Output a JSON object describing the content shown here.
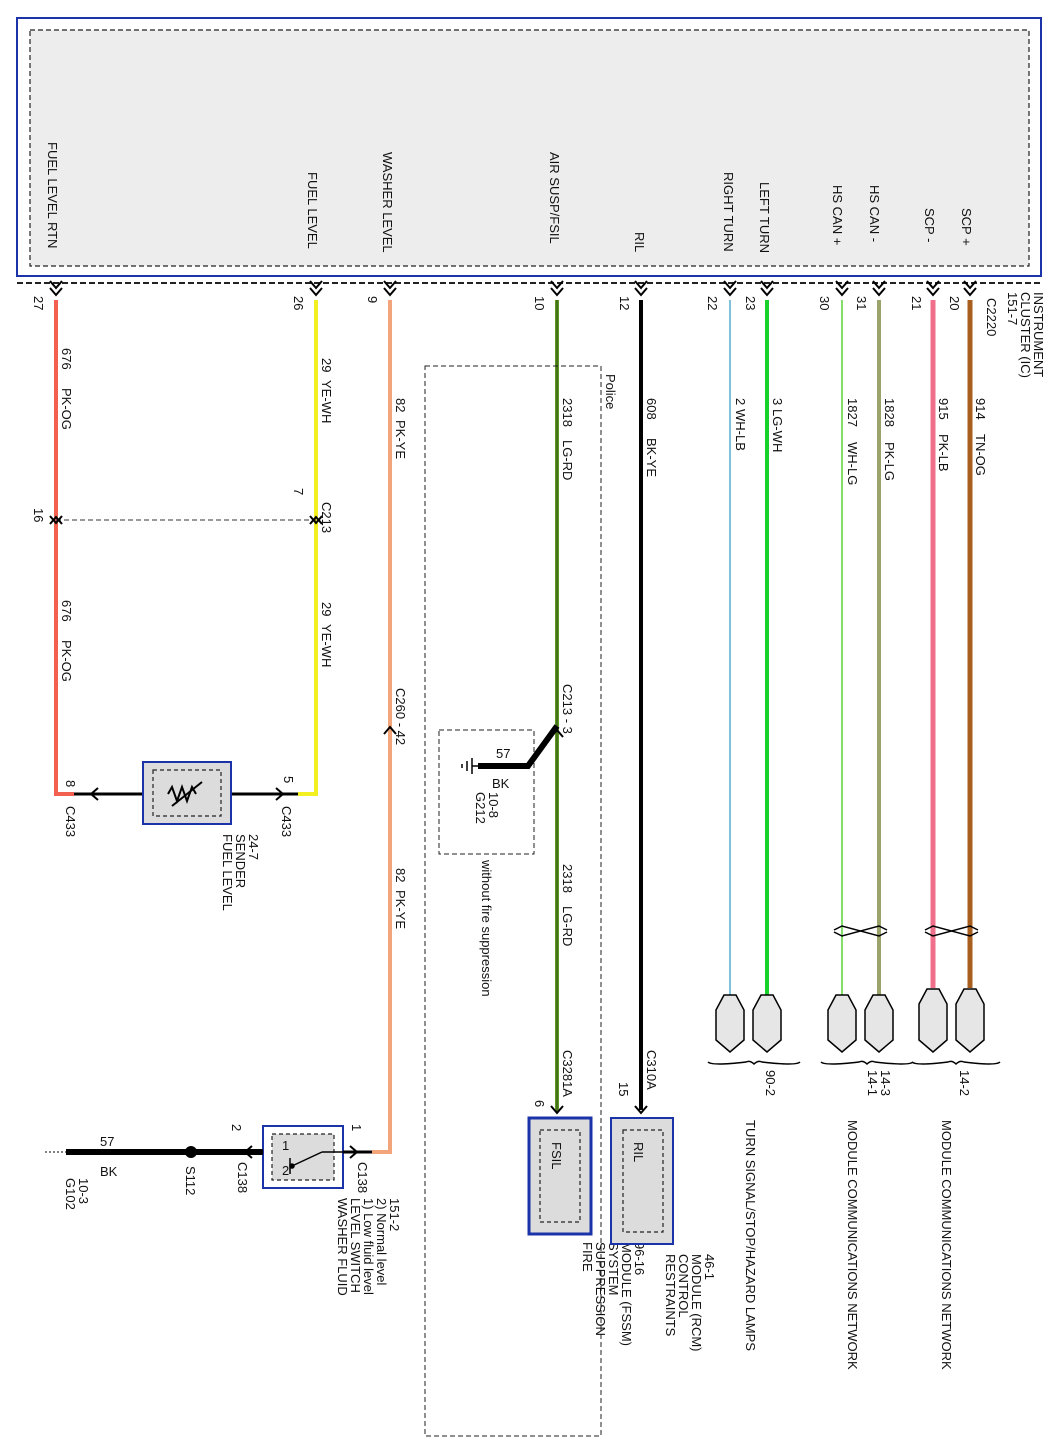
{
  "colors": {
    "cluster_border": "#1a33a8",
    "module_border": "#1a33a8",
    "module_fill": "#eaeaea",
    "wire_pk_og": "#f2604f",
    "wire_ye_wh": "#f3f021",
    "wire_pk_ye": "#f2a57a",
    "wire_lg_rd": "#5e9a22",
    "wire_bk_ye": "#000000",
    "wire_wh_lb": "#7fc2da",
    "wire_lg_wh": "#18d12a",
    "wire_wh_lg": "#82e06b",
    "wire_pk_lg": "#9ba36a",
    "wire_pk_lb": "#f06f8a",
    "wire_tn_og": "#a85e1c",
    "ground": "#000000"
  },
  "cluster": {
    "title_line1": "INSTRUMENT",
    "title_line2": "CLUSTER (IC)",
    "title_line3": "151-7",
    "connector": "C2220"
  },
  "pins": [
    {
      "label": "FUEL LEVEL RTN",
      "pin": "27"
    },
    {
      "label": "FUEL LEVEL",
      "pin": "26"
    },
    {
      "label": "WASHER LEVEL",
      "pin": "9"
    },
    {
      "label": "AIR SUSP/FSIL",
      "pin": "10"
    },
    {
      "label": "RIL",
      "pin": "12"
    },
    {
      "label": "RIGHT TURN",
      "pin": "22"
    },
    {
      "label": "LEFT TURN",
      "pin": "23"
    },
    {
      "label": "HS CAN +",
      "pin": "30"
    },
    {
      "label": "HS CAN -",
      "pin": "31"
    },
    {
      "label": "SCP -",
      "pin": "21"
    },
    {
      "label": "SCP +",
      "pin": "20"
    }
  ],
  "wires": {
    "fuel_rtn": {
      "circuit": "676",
      "color": "PK-OG"
    },
    "fuel_level": {
      "circuit": "29",
      "color": "YE-WH"
    },
    "washer": {
      "circuit": "82",
      "color": "PK-YE"
    },
    "air_susp": {
      "circuit": "2318",
      "color": "LG-RD"
    },
    "ril": {
      "circuit": "608",
      "color": "BK-YE"
    },
    "right_turn": {
      "circuit": "2",
      "color": "WH-LB"
    },
    "left_turn": {
      "circuit": "3",
      "color": "LG-WH"
    },
    "hs_can_plus": {
      "circuit": "1827",
      "color": "WH-LG"
    },
    "hs_can_minus": {
      "circuit": "1828",
      "color": "PK-LG"
    },
    "scp_minus": {
      "circuit": "915",
      "color": "PK-LB"
    },
    "scp_plus": {
      "circuit": "914",
      "color": "TN-OG"
    }
  },
  "connectors": {
    "c213": "C213",
    "c213_pin_a": "16",
    "c213_pin_b": "7",
    "c260": "C260 - 42",
    "c213_3": "C213 - 3",
    "c3281a": "C3281A",
    "c3281a_pin": "6",
    "c310a": "C310A",
    "c310a_pin": "15",
    "c433": "C433",
    "c433_pin_a": "8",
    "c433_pin_b": "5",
    "c138": "C138",
    "c138_pin_a": "1",
    "c138_pin_b": "2"
  },
  "police": {
    "label": "Police",
    "without": "without fire suppression",
    "ground_circuit": "57",
    "ground_color": "BK",
    "ground_id": "G212",
    "ground_page": "10-8"
  },
  "modules": {
    "fuel_sender": {
      "line1": "FUEL LEVEL",
      "line2": "SENDER",
      "line3": "24-7"
    },
    "washer_switch": {
      "line1": "WASHER FLUID",
      "line2": "LEVEL SWITCH",
      "line3": "1) Low fluid level",
      "line4": "2) Normal level",
      "line5": "151-2",
      "pos1": "1",
      "pos2": "2"
    },
    "fsm": {
      "abbr": "FSIL",
      "line1": "FIRE",
      "line2": "SUPPRESSION",
      "line3": "SYSTEM",
      "line4": "MODULE (FSSM)",
      "line5": "96-16"
    },
    "rcm": {
      "abbr": "RIL",
      "line1": "RESTRAINTS",
      "line2": "CONTROL",
      "line3": "MODULE (RCM)",
      "line4": "46-1"
    }
  },
  "ground_main": {
    "circuit": "57",
    "color": "BK",
    "splice": "S112",
    "ground_id": "G102",
    "page": "10-3"
  },
  "references": {
    "turn": {
      "page": "90-2",
      "title": "TURN SIGNAL/STOP/HAZARD LAMPS"
    },
    "can": {
      "page1": "14-1",
      "page2": "14-3",
      "title": "MODULE COMMUNICATIONS NETWORK"
    },
    "scp": {
      "page": "14-2",
      "title": "MODULE COMMUNICATIONS NETWORK"
    }
  }
}
